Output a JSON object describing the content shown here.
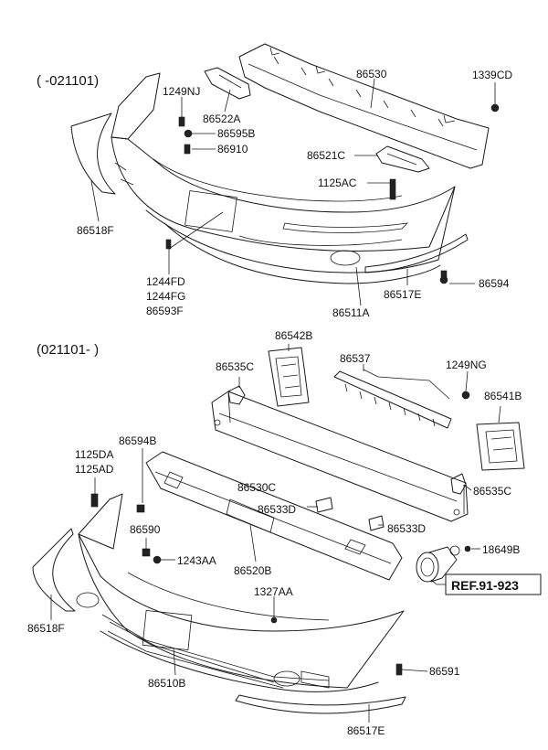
{
  "sections": {
    "upper": {
      "title": "( -021101)"
    },
    "lower": {
      "title": "(021101- )"
    }
  },
  "labels": {
    "p86530": "86530",
    "p1339CD": "1339CD",
    "p1249NJ": "1249NJ",
    "p86522A": "86522A",
    "p86595B": "86595B",
    "p86910": "86910",
    "p86521C": "86521C",
    "p1125AC": "1125AC",
    "p86518F_top": "86518F",
    "p1244FD": "1244FD",
    "p1244FG": "1244FG",
    "p86593F": "86593F",
    "p86517E_top": "86517E",
    "p86594": "86594",
    "p86511A": "86511A",
    "p86542B": "86542B",
    "p86537": "86537",
    "p86535C_left": "86535C",
    "p1249NG": "1249NG",
    "p86541B": "86541B",
    "p86594B": "86594B",
    "p1125DA": "1125DA",
    "p1125AD": "1125AD",
    "p86530C": "86530C",
    "p86535C_right": "86535C",
    "p86533D_left": "86533D",
    "p86533D_right": "86533D",
    "p86590": "86590",
    "p1243AA": "1243AA",
    "p86520B": "86520B",
    "p18649B": "18649B",
    "ref": "REF.91-923",
    "p1327AA": "1327AA",
    "p86518F_bottom": "86518F",
    "p86510B": "86510B",
    "p86591": "86591",
    "p86517E_bottom": "86517E"
  }
}
